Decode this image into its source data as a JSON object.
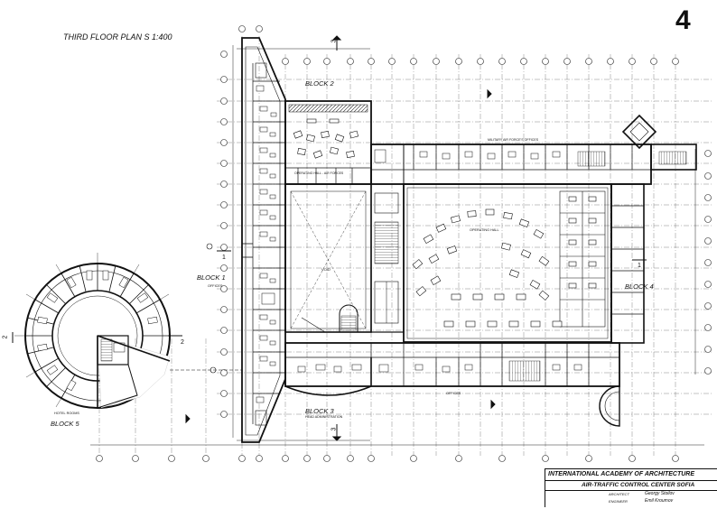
{
  "sheet": {
    "number": "4",
    "title": "THIRD FLOOR PLAN   S 1:400"
  },
  "blocks": {
    "block1": "BLOCK 1",
    "block2": "BLOCK 2",
    "block3": "BLOCK 3",
    "block4": "BLOCK 4",
    "block5": "BLOCK 5",
    "block5_caption": "HOTEL ROOMS"
  },
  "rooms": {
    "operating_hall_air_forces": "OPERATING HALL - AIR FORCES",
    "operating_hall": "OPERATING HALL",
    "military_offices": "MILITARY AIR FORCE'S OFFICES",
    "offices_block1": "OFFICES",
    "offices_bottom": "OFFICES",
    "head_administration": "HEAD ADMINISTRATION",
    "void": "VOID"
  },
  "section_marks": {
    "s1": "1",
    "s2": "2",
    "s3": "3"
  },
  "title_block": {
    "institution": "INTERNATIONAL ACADEMY  OF ARCHITECTURE",
    "project": "AIR-TRAFFIC  CONTROL CENTER  SOFIA",
    "architect_label": "ARCHITECT",
    "architect_name": "Georgy Stoilov",
    "engineer_label": "ENGINEER",
    "engineer_name": "Emil Kroumov"
  },
  "colors": {
    "ink": "#111111",
    "paper": "#ffffff"
  }
}
